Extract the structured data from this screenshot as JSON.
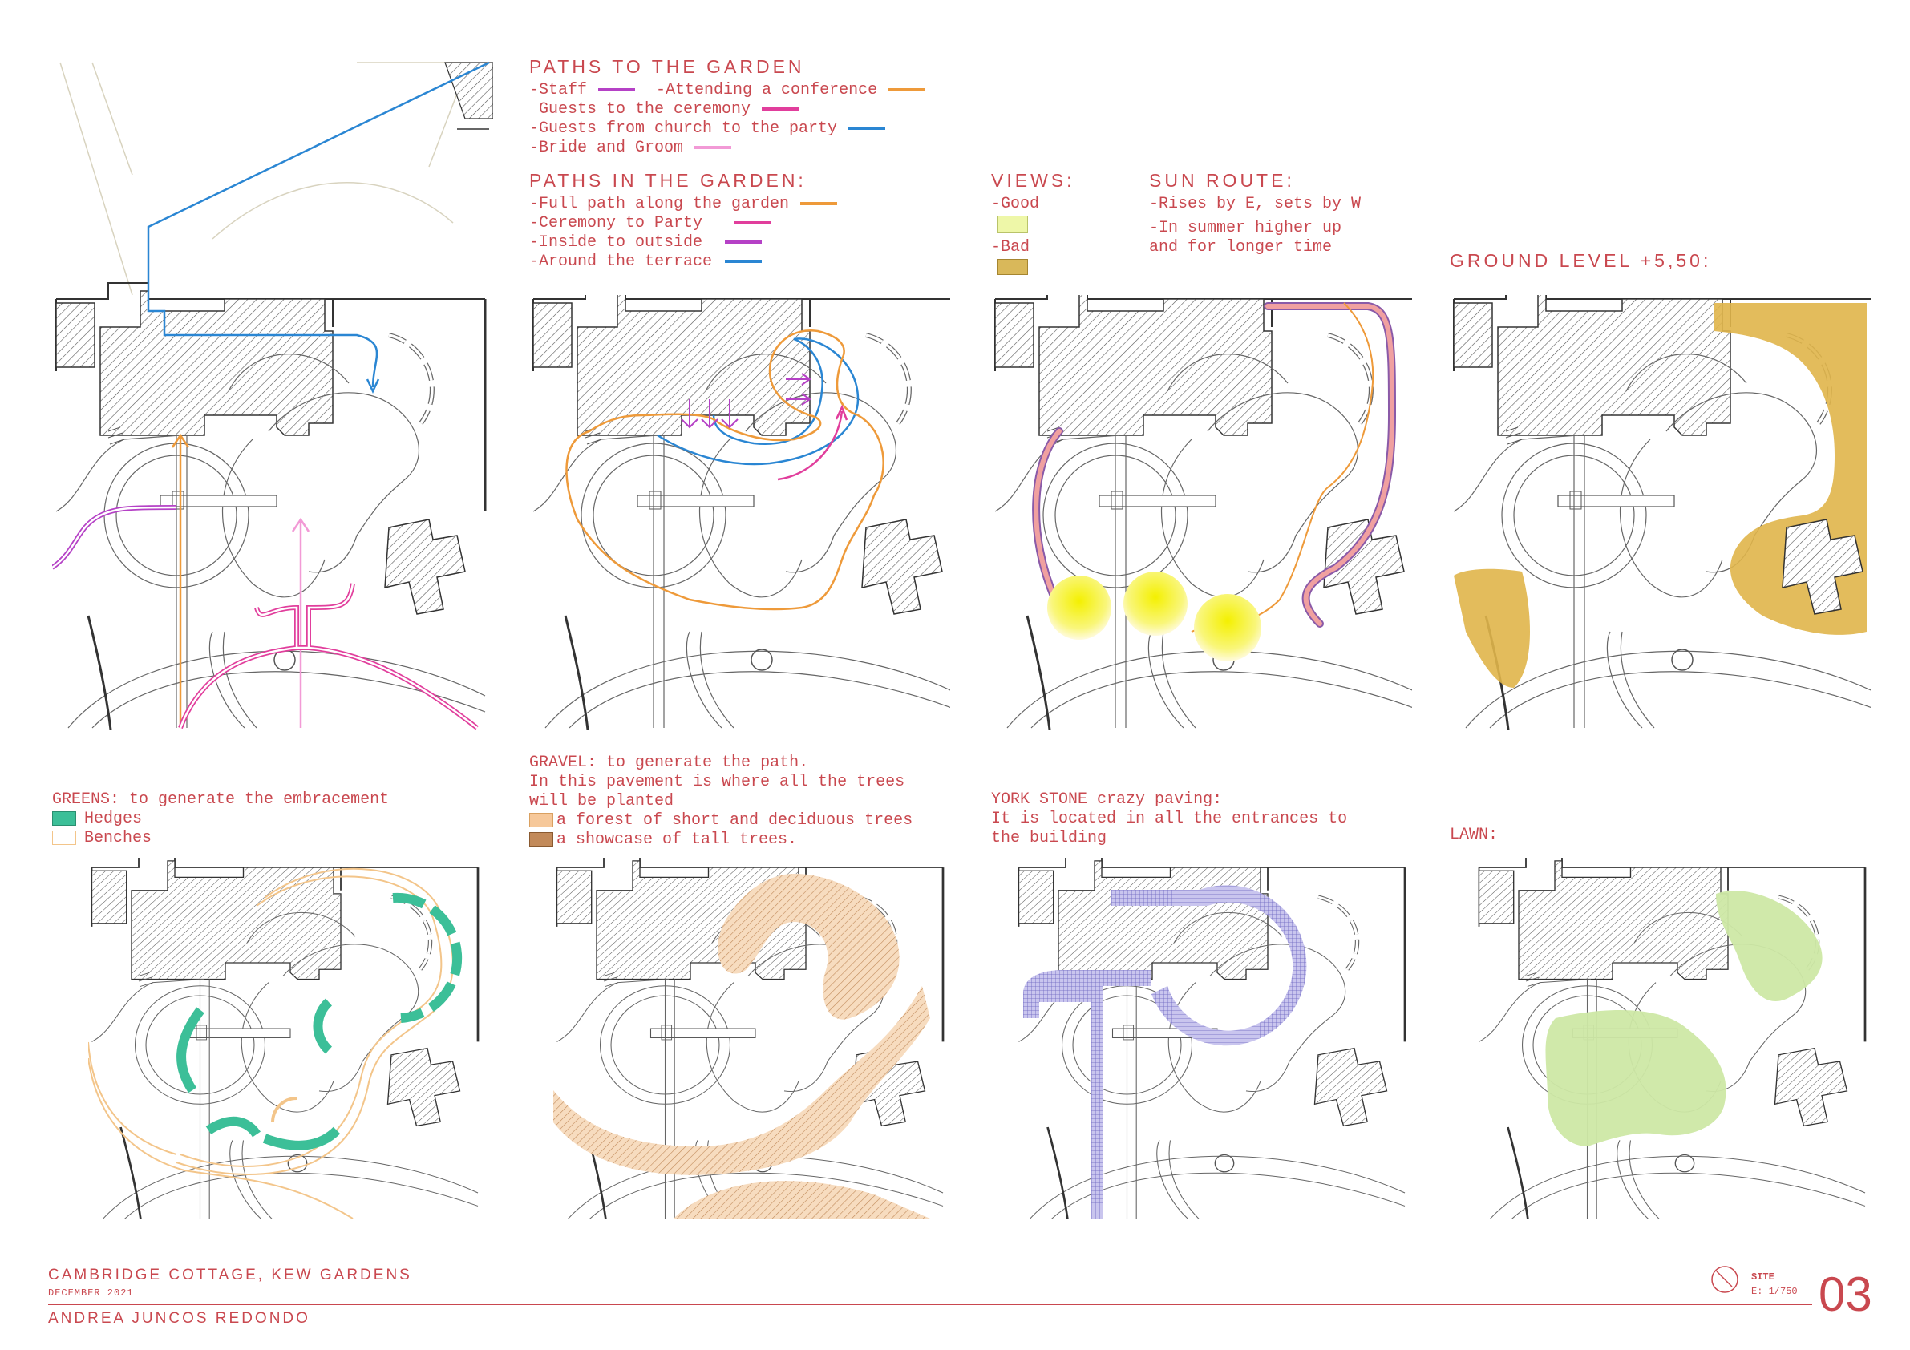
{
  "legend_paths_to": {
    "title": "PATHS TO THE GARDEN",
    "items": [
      {
        "label": "-Staff",
        "color": "#b541c6"
      },
      {
        "label": "-Attending a conference",
        "color": "#ee9a3a"
      },
      {
        "label": "Guests to the ceremony",
        "color": "#e13e9c"
      },
      {
        "label": "-Guests from church to the party",
        "color": "#2a86d3"
      },
      {
        "label": "-Bride and Groom",
        "color": "#f29ad6"
      }
    ]
  },
  "legend_paths_in": {
    "title": "PATHS IN THE GARDEN:",
    "items": [
      {
        "label": "-Full path along the garden",
        "color": "#ee9a3a"
      },
      {
        "label": "-Ceremony to Party",
        "color": "#e13e9c"
      },
      {
        "label": "-Inside to outside",
        "color": "#b541c6"
      },
      {
        "label": "-Around the terrace",
        "color": "#2a86d3"
      }
    ]
  },
  "legend_views": {
    "title": "VIEWS:",
    "good": "-Good",
    "bad": "-Bad",
    "good_color": "#eef7a8",
    "bad_color": "#d9b85a"
  },
  "legend_sun": {
    "title": "SUN ROUTE:",
    "line1": "-Rises by E, sets by W",
    "line2": "-In summer higher up",
    "line3": "and for longer time"
  },
  "legend_ground": {
    "title": "GROUND LEVEL +5,50:"
  },
  "legend_greens": {
    "title": "GREENS:",
    "subtitle": "to generate the embracement",
    "hedges": "Hedges",
    "benches": "Benches",
    "hedge_color": "#3cbf98",
    "bench_color": "#f3c58a"
  },
  "legend_gravel": {
    "title": "GRAVEL:",
    "subtitle": "to generate the path.",
    "line2": "In this pavement is where all the trees",
    "line3": "will be planted",
    "item1": "a forest of short and deciduous trees",
    "item2": "a showcase of tall trees.",
    "color1": "#f6c89a",
    "color2": "#c28a5a"
  },
  "legend_york": {
    "title": "YORK STONE",
    "subtitle": "crazy paving:",
    "line2": "It is located in all the entrances to",
    "line3": "the building",
    "color": "#7b74c9"
  },
  "legend_lawn": {
    "title": "LAWN:",
    "color": "#cde8a5"
  },
  "footer": {
    "project": "CAMBRIDGE COTTAGE, KEW GARDENS",
    "date": "DECEMBER 2021",
    "author": "ANDREA JUNCOS REDONDO",
    "site_label": "SITE",
    "scale": "E: 1/750",
    "sheet": "03"
  }
}
